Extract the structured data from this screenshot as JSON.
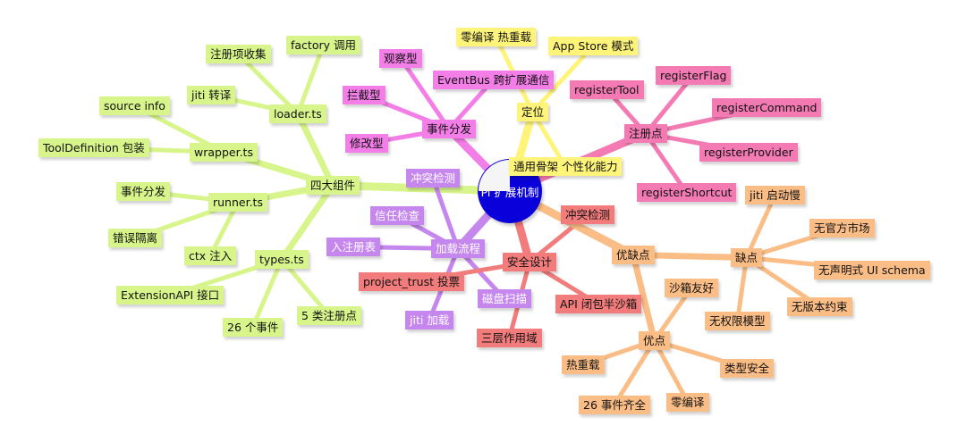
{
  "root": "Pi 扩展机制",
  "branches": {
    "components": {
      "title": "四大组件",
      "color": "#d8f58c",
      "loader": {
        "title": "loader.ts",
        "items": [
          "factory 调用",
          "注册项收集",
          "jiti 转译"
        ]
      },
      "wrapper": {
        "title": "wrapper.ts",
        "items": [
          "source info",
          "ToolDefinition 包装"
        ]
      },
      "runner": {
        "title": "runner.ts",
        "items": [
          "事件分发",
          "错误隔离",
          "ctx 注入"
        ]
      },
      "types": {
        "title": "types.ts",
        "items": [
          "ExtensionAPI 接口",
          "26 个事件",
          "5 类注册点"
        ]
      }
    },
    "events": {
      "title": "事件分发",
      "color": "#f47ee8",
      "items": [
        "观察型",
        "拦截型",
        "修改型",
        "EventBus 跨扩展通信"
      ]
    },
    "positioning": {
      "title": "定位",
      "color": "#fff47a",
      "items": [
        "零编译 热重载",
        "App Store 模式",
        "通用骨架 个性化能力"
      ]
    },
    "registration": {
      "title": "注册点",
      "color": "#f37ab3",
      "items": [
        "registerTool",
        "registerFlag",
        "registerCommand",
        "registerProvider",
        "registerShortcut"
      ]
    },
    "loading": {
      "title": "加载流程",
      "color": "#c586ee",
      "items": [
        "冲突检测",
        "信任检查",
        "入注册表",
        "磁盘扫描",
        "jiti 加载"
      ]
    },
    "security": {
      "title": "安全设计",
      "color": "#f27c7c",
      "items": [
        "冲突检测",
        "project_trust 投票",
        "API 闭包半沙箱",
        "三层作用域"
      ]
    },
    "tradeoffs": {
      "title": "优缺点",
      "color": "#fbbd86",
      "cons": {
        "title": "缺点",
        "items": [
          "jiti 启动慢",
          "无官方市场",
          "无声明式 UI schema",
          "无版本约束",
          "无权限模型"
        ]
      },
      "pros": {
        "title": "优点",
        "items": [
          "沙箱友好",
          "类型安全",
          "零编译",
          "26 事件齐全",
          "热重载"
        ]
      }
    }
  }
}
